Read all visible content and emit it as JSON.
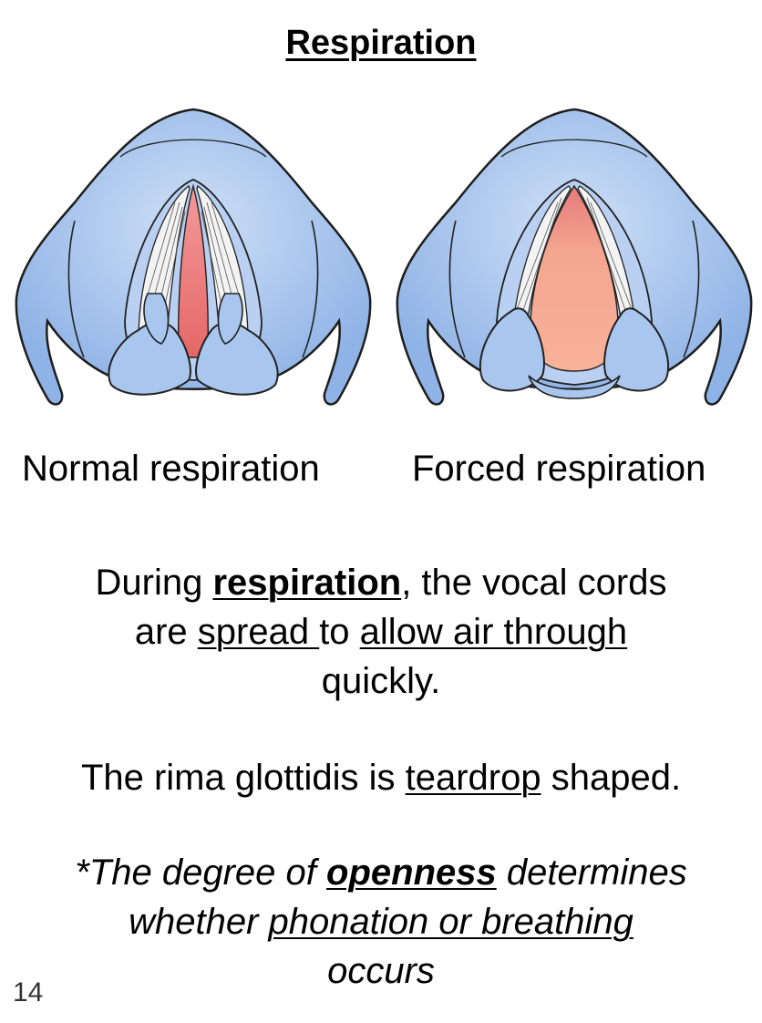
{
  "title": "Respiration",
  "figures": [
    {
      "caption": "Normal respiration"
    },
    {
      "caption": "Forced respiration"
    }
  ],
  "paragraph1": {
    "p1": "During ",
    "p2": "respiration",
    "p3": ", the vocal cords",
    "p4": "are ",
    "p5": "spread ",
    "p6": "to ",
    "p7": "allow air through",
    "p8": "quickly."
  },
  "paragraph2": {
    "p1": "The rima glottidis is ",
    "p2": "teardrop",
    "p3": " shaped."
  },
  "paragraph3": {
    "p1": "*The degree of ",
    "p2": "openness",
    "p3": " determines",
    "p4": "whether ",
    "p5": "phonation or breathing",
    "p6": "occurs"
  },
  "page_number": "14",
  "colors": {
    "cartilage": "#a9c6ee",
    "cartilage_dark": "#6f97d2",
    "glottis": "#e77b7b",
    "glottis_forced": "#f2a08e",
    "fibers": "#efefef"
  }
}
